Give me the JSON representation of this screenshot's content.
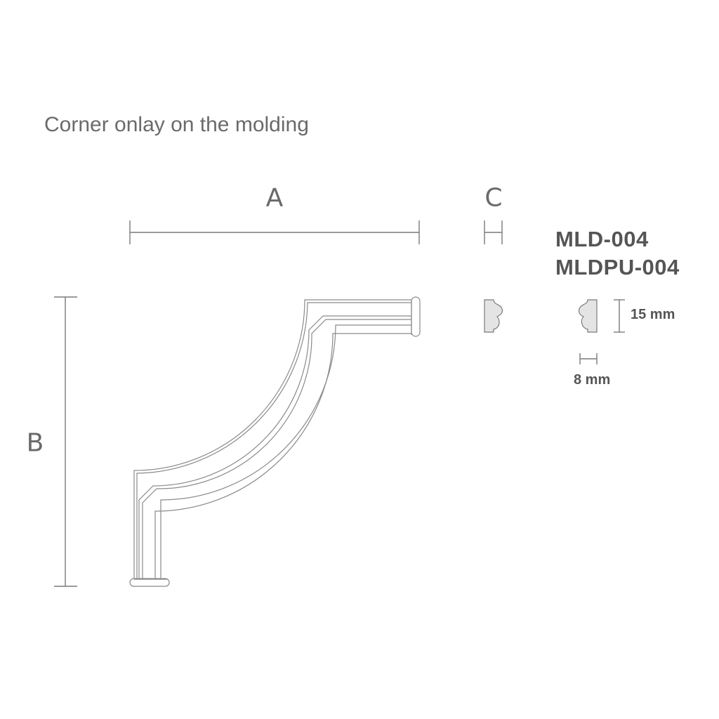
{
  "title": "Corner onlay on the molding",
  "dimensions": {
    "a": "A",
    "b": "B",
    "c": "C"
  },
  "product_codes": [
    "MLD-004",
    "MLDPU-004"
  ],
  "profile": {
    "height": "15 mm",
    "width": "8 mm"
  },
  "colors": {
    "line": "#7a7a7a",
    "text": "#6a6a6a",
    "profile_fill": "#e4e4e4"
  }
}
